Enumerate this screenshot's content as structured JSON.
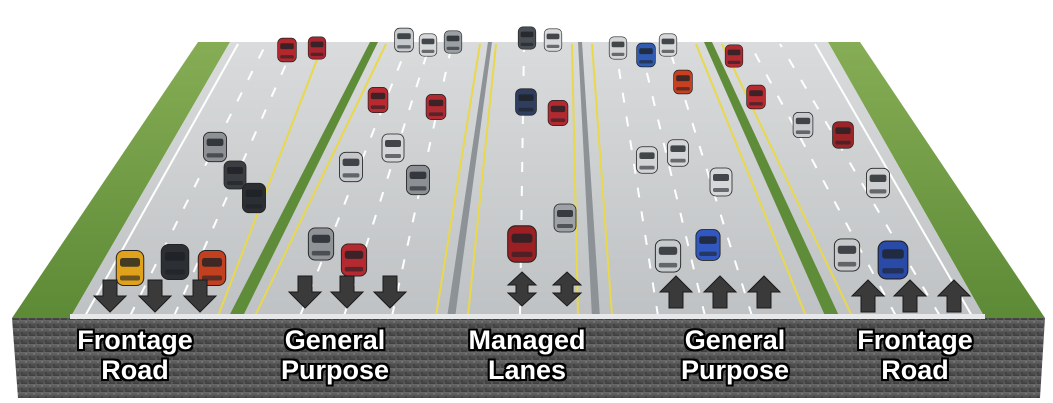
{
  "labels": [
    {
      "line1": "Frontage",
      "line2": "Road"
    },
    {
      "line1": "General",
      "line2": "Purpose"
    },
    {
      "line1": "Managed",
      "line2": "Lanes"
    },
    {
      "line1": "General",
      "line2": "Purpose"
    },
    {
      "line1": "Frontage",
      "line2": "Road"
    }
  ],
  "colors": {
    "pavement": "#c9cbcc",
    "grass": "#6f9a45",
    "soil_cross_section": "#5b5b5b",
    "lane_stripe_white": "#ffffff",
    "lane_stripe_yellow": "#e8d84a",
    "arrow": "#3a3a3a"
  },
  "directions": {
    "frontage_left": "down",
    "general_left": "down",
    "managed": "both",
    "general_right": "up",
    "frontage_right": "up"
  }
}
